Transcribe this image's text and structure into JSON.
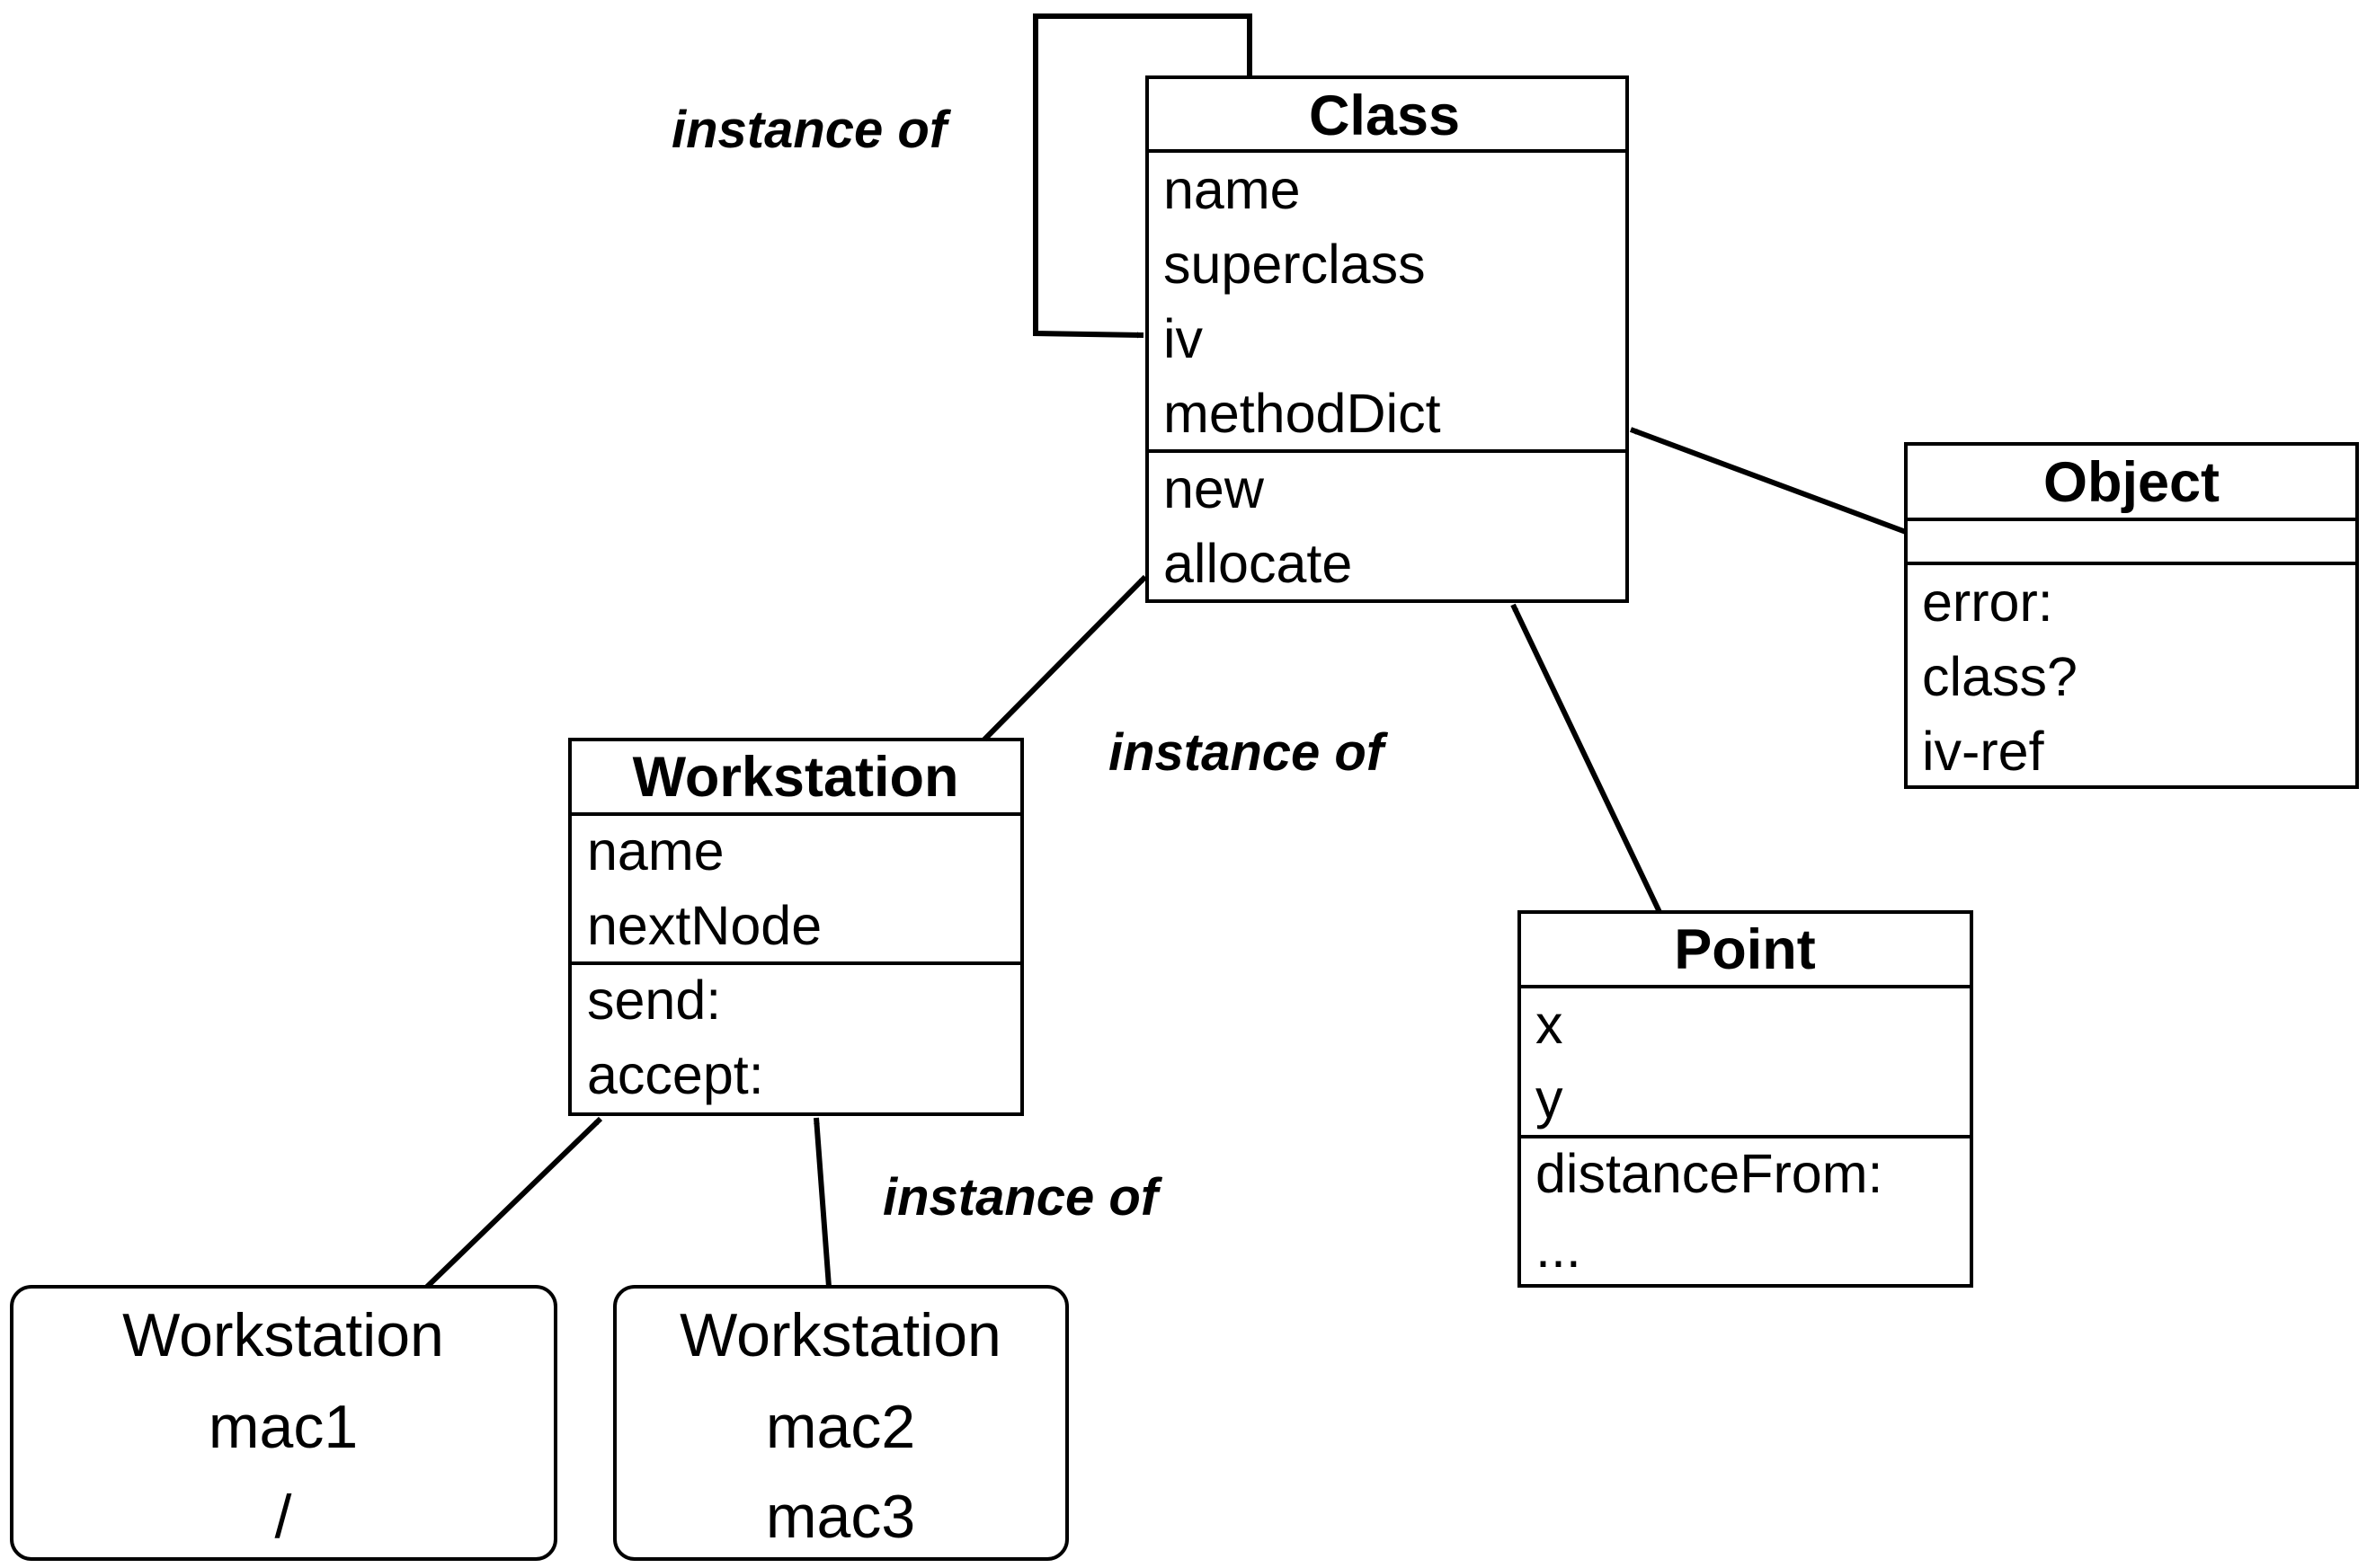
{
  "classes": {
    "class": {
      "title": "Class",
      "attributes": [
        "name",
        "superclass",
        "iv",
        "methodDict"
      ],
      "methods": [
        "new",
        "allocate"
      ]
    },
    "object": {
      "title": "Object",
      "attributes": [],
      "methods": [
        "error:",
        "class?",
        "iv-ref"
      ]
    },
    "workstation": {
      "title": "Workstation",
      "attributes": [
        "name",
        "nextNode"
      ],
      "methods": [
        "send:",
        "accept:"
      ]
    },
    "point": {
      "title": "Point",
      "attributes": [
        "x",
        "y"
      ],
      "methods": [
        "distanceFrom:",
        "..."
      ]
    }
  },
  "instances": {
    "mac1": [
      "Workstation",
      "mac1",
      "/"
    ],
    "mac2": [
      "Workstation",
      "mac2",
      "mac3"
    ]
  },
  "labels": {
    "self_loop": "instance of",
    "workstation_to_class": "instance of",
    "instances_to_workstation": "instance of"
  },
  "colors": {
    "line": "#000000",
    "background": "#ffffff"
  }
}
